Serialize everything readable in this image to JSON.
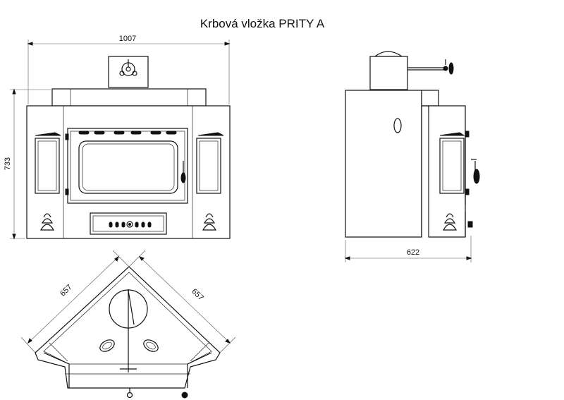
{
  "title": "Krbová vložka PRITY A",
  "dimensions": {
    "front_width": "1007",
    "front_height": "733",
    "side_depth": "622",
    "corner_left": "657",
    "corner_right": "657"
  }
}
